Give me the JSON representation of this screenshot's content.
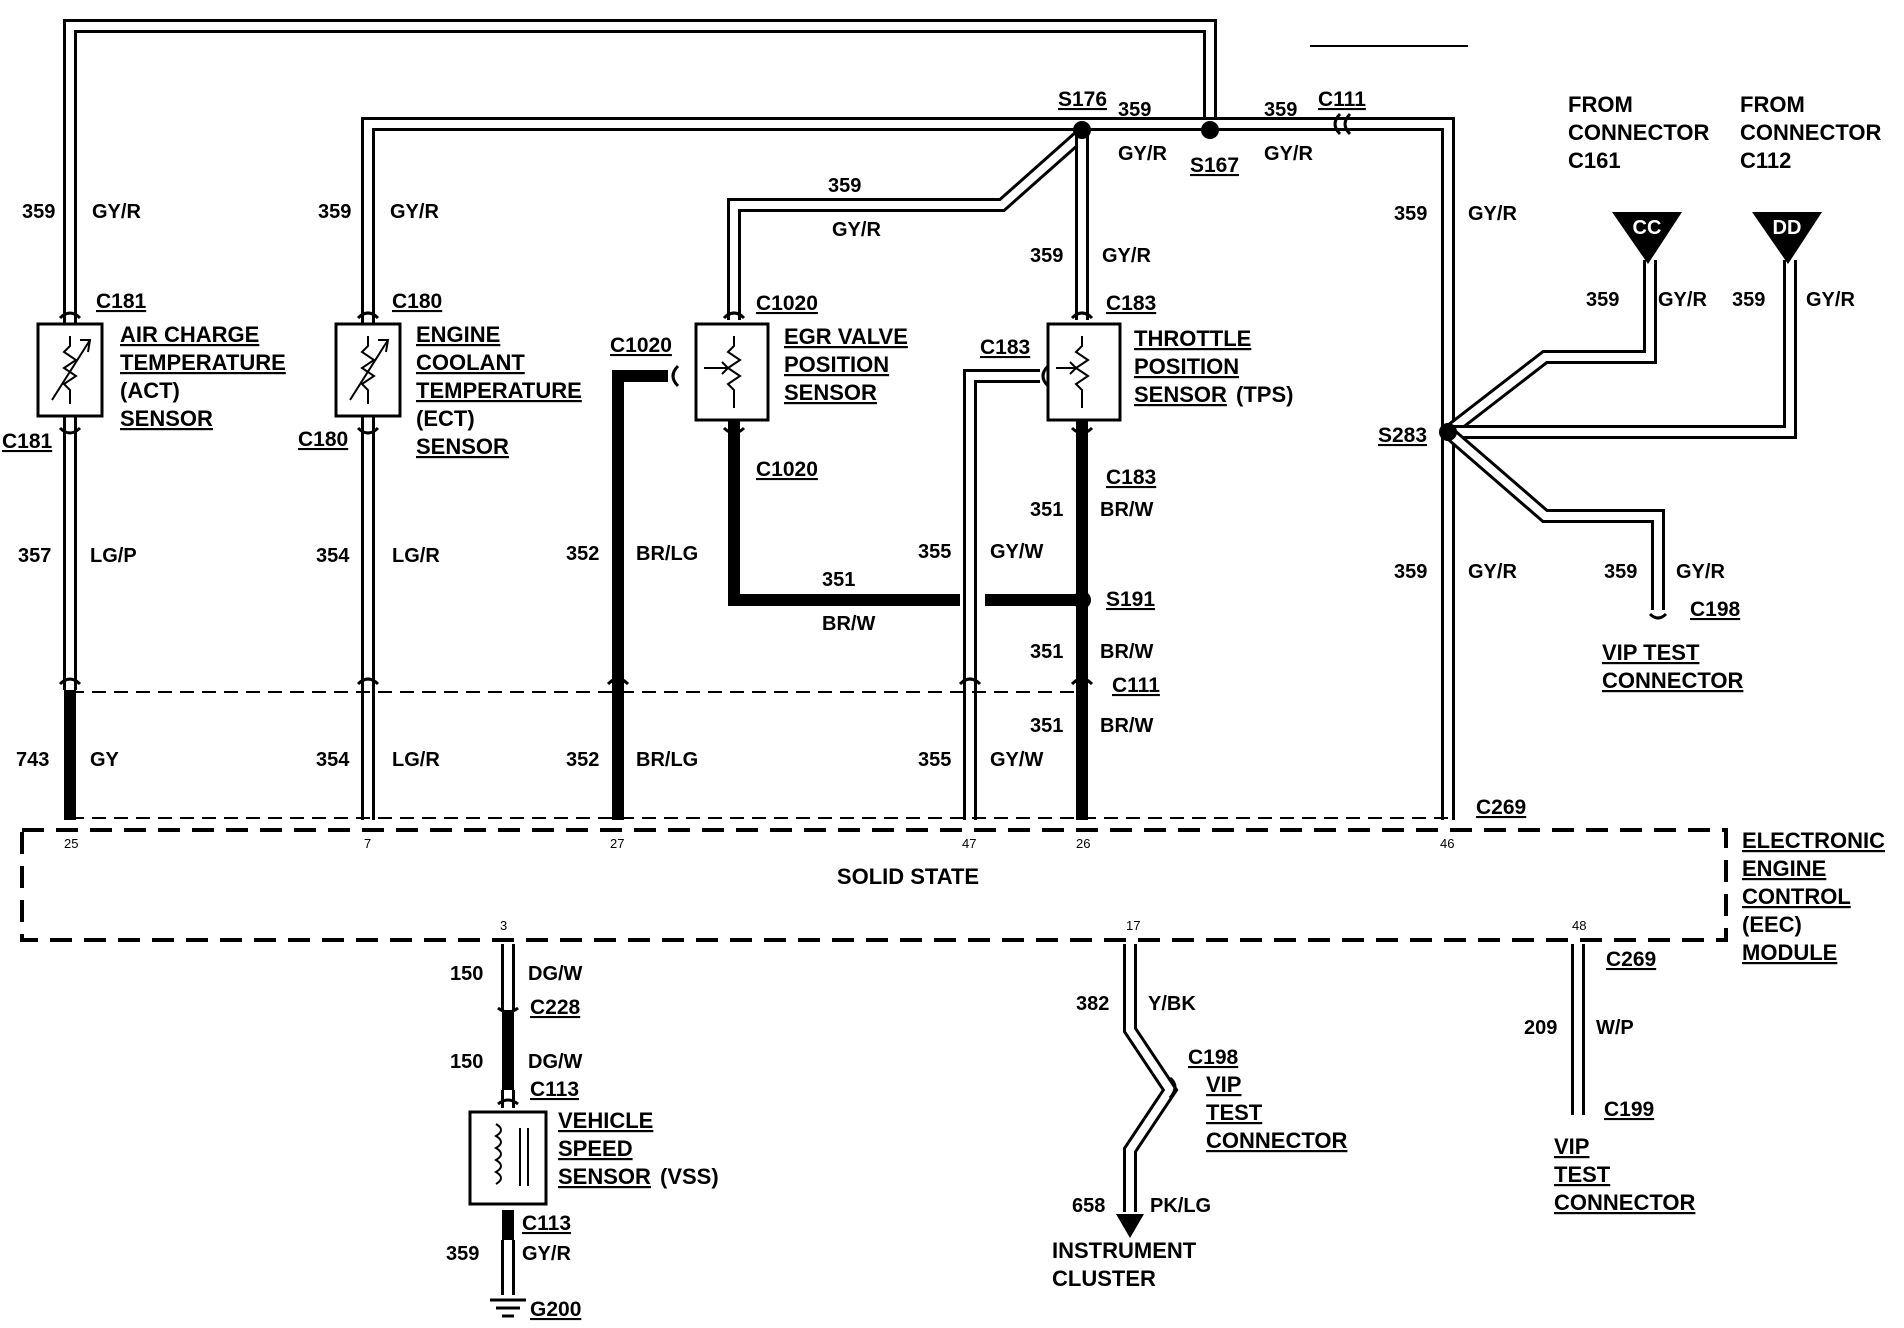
{
  "splices": {
    "s176": "S176",
    "s167": "S167",
    "s283": "S283",
    "s191": "S191"
  },
  "connectors": {
    "c181_top": "C181",
    "c181_bot": "C181",
    "c180_top": "C180",
    "c180_bot": "C180",
    "c1020_top": "C1020",
    "c1020_left": "C1020",
    "c1020_bot": "C1020",
    "c183_top": "C183",
    "c183_left": "C183",
    "c183_bot": "C183",
    "c111_top": "C111",
    "c111_mid": "C111",
    "c269_top": "C269",
    "c269_bot": "C269",
    "c198_right": "C198",
    "c198_bot": "C198",
    "c199": "C199",
    "c228": "C228",
    "c113_top": "C113",
    "c113_bot": "C113",
    "g200": "G200"
  },
  "sensors": {
    "act": [
      "AIR CHARGE",
      "TEMPERATURE",
      "(ACT)",
      "SENSOR"
    ],
    "ect": [
      "ENGINE",
      "COOLANT",
      "TEMPERATURE",
      "(ECT)",
      "SENSOR"
    ],
    "egr": [
      "EGR VALVE",
      "POSITION",
      "SENSOR"
    ],
    "tps": [
      "THROTTLE",
      "POSITION",
      "SENSOR",
      "(TPS)"
    ],
    "vss": [
      "VEHICLE",
      "SPEED",
      "SENSOR",
      "(VSS)"
    ]
  },
  "from_connectors": [
    {
      "line1": "FROM",
      "line2": "CONNECTOR",
      "line3": "C161",
      "tag": "CC"
    },
    {
      "line1": "FROM",
      "line2": "CONNECTOR",
      "line3": "C112",
      "tag": "DD"
    }
  ],
  "vip_labels": {
    "vip1": [
      "VIP TEST",
      "CONNECTOR"
    ],
    "vip2": [
      "VIP",
      "TEST",
      "CONNECTOR"
    ],
    "vip3": [
      "VIP",
      "TEST",
      "CONNECTOR"
    ]
  },
  "instrument_cluster": [
    "INSTRUMENT",
    "CLUSTER"
  ],
  "module": {
    "center": "SOLID STATE",
    "name": [
      "ELECTRONIC",
      "ENGINE",
      "CONTROL",
      "(EEC)",
      "MODULE"
    ],
    "pins_top": [
      "25",
      "7",
      "27",
      "47",
      "26",
      "46"
    ],
    "pins_bot": [
      "3",
      "17",
      "48"
    ]
  },
  "wire_labels": [
    {
      "num": "359",
      "color": "GY/R"
    },
    {
      "num": "359",
      "color": "GY/R"
    },
    {
      "num": "359",
      "color": "GY/R"
    },
    {
      "num": "359",
      "color": "GY/R"
    },
    {
      "num": "359",
      "color": "GY/R"
    },
    {
      "num": "359",
      "color": "GY/R"
    },
    {
      "num": "359",
      "color": "GY/R"
    },
    {
      "num": "359",
      "color": "GY/R"
    },
    {
      "num": "359",
      "color": "GY/R"
    },
    {
      "num": "359",
      "color": "GY/R"
    },
    {
      "num": "359",
      "color": "GY/R"
    },
    {
      "num": "357",
      "color": "LG/P"
    },
    {
      "num": "354",
      "color": "LG/R"
    },
    {
      "num": "352",
      "color": "BR/LG"
    },
    {
      "num": "351",
      "color": "BR/W"
    },
    {
      "num": "355",
      "color": "GY/W"
    },
    {
      "num": "351",
      "color": "BR/W"
    },
    {
      "num": "351",
      "color": "BR/W"
    },
    {
      "num": "351",
      "color": "BR/W"
    },
    {
      "num": "743",
      "color": "GY"
    },
    {
      "num": "354",
      "color": "LG/R"
    },
    {
      "num": "352",
      "color": "BR/LG"
    },
    {
      "num": "355",
      "color": "GY/W"
    },
    {
      "num": "150",
      "color": "DG/W"
    },
    {
      "num": "150",
      "color": "DG/W"
    },
    {
      "num": "359",
      "color": "GY/R"
    },
    {
      "num": "382",
      "color": "Y/BK"
    },
    {
      "num": "658",
      "color": "PK/LG"
    },
    {
      "num": "209",
      "color": "W/P"
    },
    {
      "num": "359",
      "color": "GY/R"
    }
  ]
}
